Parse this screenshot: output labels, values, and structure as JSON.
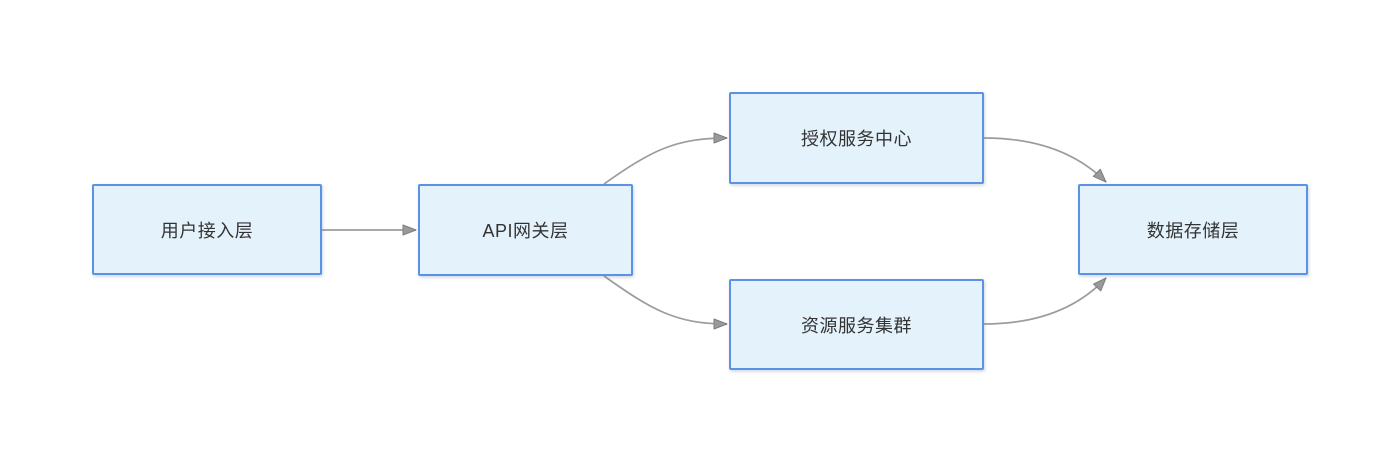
{
  "diagram": {
    "background_color": "#ffffff",
    "node_style": {
      "fill": "#e4f2fc",
      "border_color": "#5b92e5",
      "text_color": "#333333"
    },
    "edge_style": {
      "line_color": "#9c9c9c",
      "arrowhead": "gray-filled-triangle"
    },
    "nodes": [
      {
        "id": "user-access-layer",
        "label": "用户接入层"
      },
      {
        "id": "api-gateway-layer",
        "label": "API网关层"
      },
      {
        "id": "auth-service-center",
        "label": "授权服务中心"
      },
      {
        "id": "resource-service-cluster",
        "label": "资源服务集群"
      },
      {
        "id": "data-storage-layer",
        "label": "数据存储层"
      }
    ],
    "edges": [
      {
        "from": "用户接入层",
        "to": "API网关层",
        "shape": "straight"
      },
      {
        "from": "API网关层",
        "to": "授权服务中心",
        "shape": "curved"
      },
      {
        "from": "API网关层",
        "to": "资源服务集群",
        "shape": "curved"
      },
      {
        "from": "授权服务中心",
        "to": "数据存储层",
        "shape": "curved"
      },
      {
        "from": "资源服务集群",
        "to": "数据存储层",
        "shape": "curved"
      }
    ]
  }
}
